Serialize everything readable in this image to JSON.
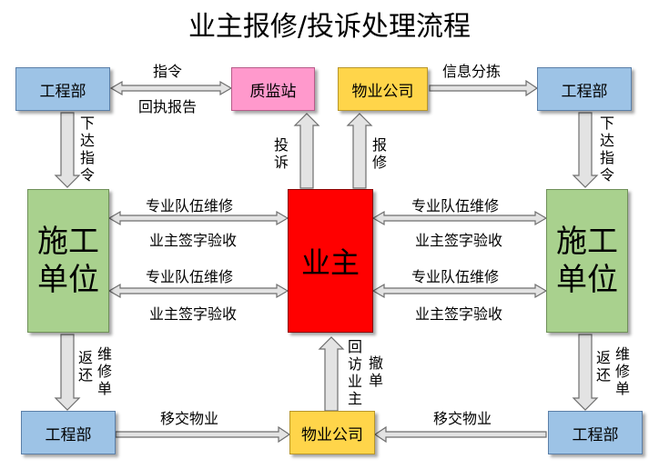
{
  "title": "业主报修/投诉处理流程",
  "nodes": {
    "eng_tl": "工程部",
    "qc_station": "质监站",
    "pm_top": "物业公司",
    "eng_tr": "工程部",
    "cons_left_l1": "施工",
    "cons_left_l2": "单位",
    "owner": "业主",
    "cons_right_l1": "施工",
    "cons_right_l2": "单位",
    "eng_bl": "工程部",
    "pm_bottom": "物业公司",
    "eng_br": "工程部"
  },
  "edges": {
    "instruct": "指令",
    "receipt_report": "回执报告",
    "info_sort": "信息分拣",
    "issue_order_left": "下达指令",
    "issue_order_right": "下达指令",
    "complaint": "投诉",
    "repair_report": "报修",
    "pro_repair_l1": "专业队伍维修",
    "owner_sign_l1": "业主签字验收",
    "pro_repair_l2": "专业队伍维修",
    "owner_sign_l2": "业主签字验收",
    "pro_repair_r1": "专业队伍维修",
    "owner_sign_r1": "业主签字验收",
    "pro_repair_r2": "专业队伍维修",
    "owner_sign_r2": "业主签字验收",
    "return_left": "返还",
    "repair_order_left": "维修单",
    "revisit_owner": "回访业主",
    "cancel_order": "撤单",
    "return_right": "返还",
    "repair_order_right": "维修单",
    "handover_left": "移交物业",
    "handover_right": "移交物业"
  }
}
